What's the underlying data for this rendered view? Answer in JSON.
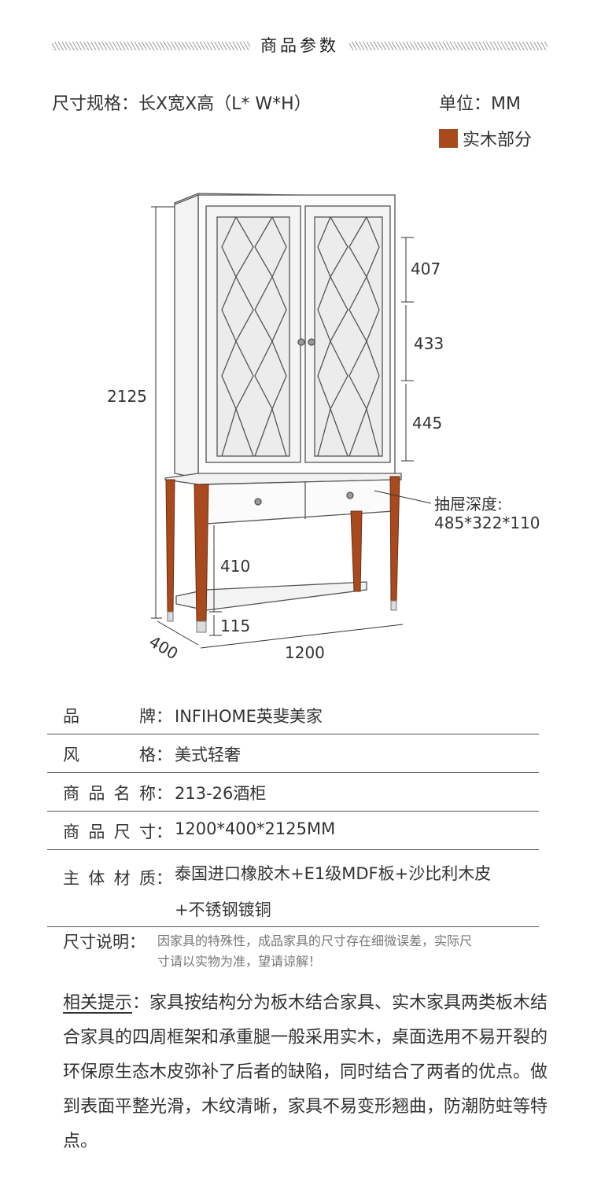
{
  "header": {
    "title": "商品参数"
  },
  "spec": {
    "size_label": "尺寸规格：长X宽X高（L* W*H）",
    "unit_label": "单位：MM",
    "legend_label": "实木部分",
    "legend_color": "#a94a1e"
  },
  "drawing": {
    "height_total": "2125",
    "upper_1": "407",
    "upper_2": "433",
    "upper_3": "445",
    "drawer_title": "抽屉深度:",
    "drawer_size": "485*322*110",
    "leg_gap": "410",
    "foot": "115",
    "depth": "400",
    "width": "1200"
  },
  "info": [
    {
      "key": "品牌",
      "val": "INFIHOME英斐美家"
    },
    {
      "key": "风格",
      "val": "美式轻奢"
    },
    {
      "key": "商品名称",
      "val": "213-26酒柜"
    },
    {
      "key": "商品尺寸",
      "val": "1200*400*2125MM"
    }
  ],
  "material": {
    "key": "主体材质",
    "val_line1": "泰国进口橡胶木+E1级MDF板+沙比利木皮",
    "val_line2": "+不锈钢镀铜"
  },
  "note": {
    "key": "尺寸说明：",
    "line1": "因家具的特殊性，成品家具的尺寸存在细微误差，实际尺",
    "line2": "寸请以实物为准，望请谅解！"
  },
  "tips": {
    "label": "相关提示",
    "text": "：家具按结构分为板木结合家具、实木家具两类板木结合家具的四周框架和承重腿一般采用实木，桌面选用不易开裂的环保原生态木皮弥补了后者的缺陷，同时结合了两者的优点。做到表面平整光滑，木纹清晰，家具不易变形翘曲，防潮防蛀等特点。"
  }
}
